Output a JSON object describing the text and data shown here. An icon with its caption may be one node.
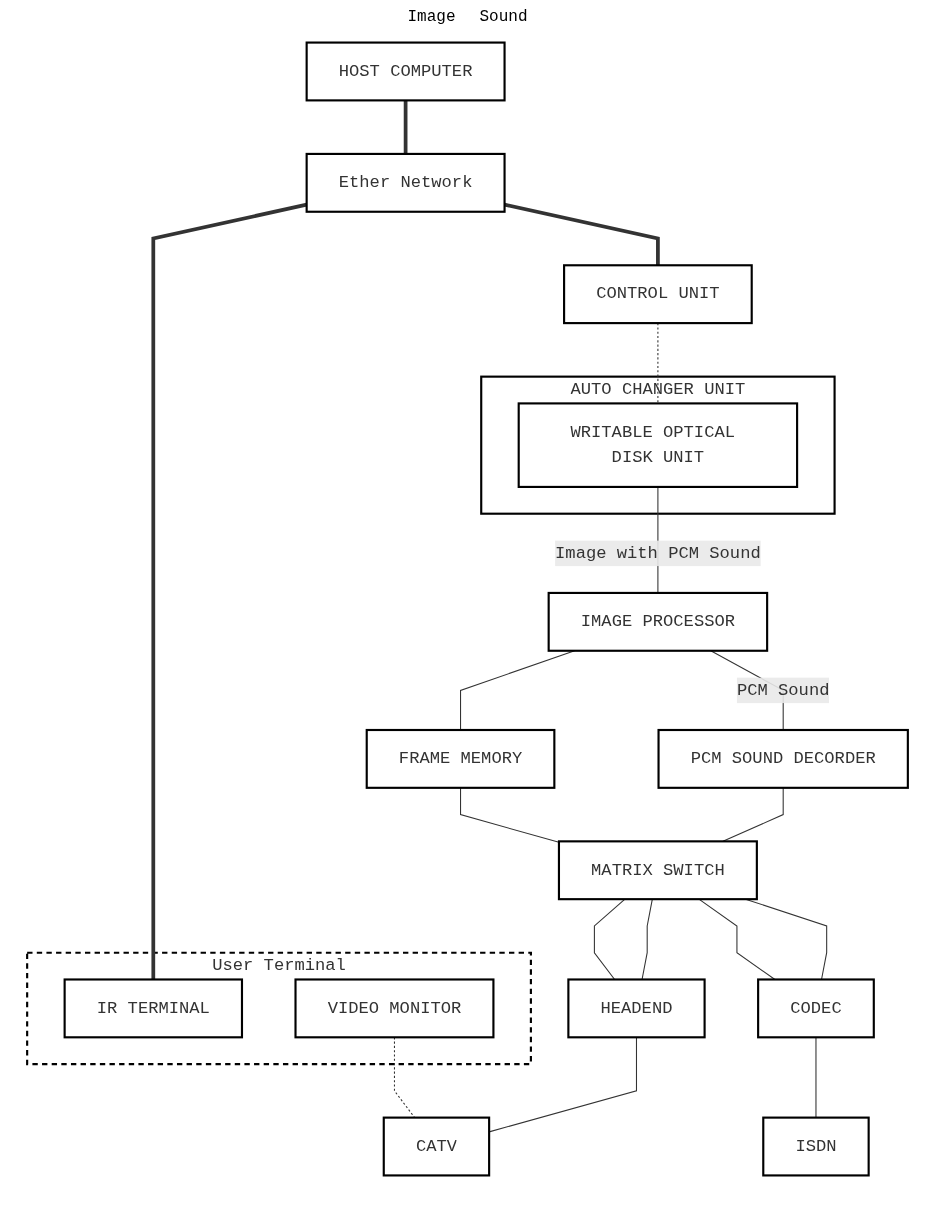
{
  "diagram": {
    "nodes": [
      {
        "text": [
          "HOST COMPUTER"
        ]
      },
      {
        "text": [
          "Ether Network"
        ]
      },
      {
        "text": [
          "CONTROL UNIT"
        ]
      },
      {
        "text": [
          "AUTO CHANGER UNIT"
        ]
      },
      {
        "text": [
          "WRITABLE OPTICAL DISK UNIT"
        ],
        "in": 3
      },
      {
        "text": [
          "User Terminal"
        ]
      },
      {
        "text": [
          "IR TERMINAL"
        ],
        "in": 5
      },
      {
        "text": [
          "VIDEO MONITOR"
        ],
        "in": 5
      },
      {
        "text": [
          "IMAGE PROCESSOR"
        ]
      },
      {
        "text": [
          "FRAME MEMORY"
        ]
      },
      {
        "text": [
          "PCM SOUND DECORDER"
        ]
      },
      {
        "text": [
          "MATRIX SWITCH"
        ]
      },
      {
        "text": [
          "HEADEND"
        ]
      },
      {
        "text": [
          "CODEC"
        ]
      },
      {
        "text": [
          "CATV"
        ]
      },
      {
        "text": [
          "ISDN"
        ]
      }
    ],
    "edges": [
      {
        "from": 0,
        "to": 1,
        "arrow": "none",
        "style": "thick"
      },
      {
        "from": 1,
        "to": 2,
        "arrow": "none",
        "style": "thick"
      },
      {
        "from": 1,
        "to": 6,
        "arrow": "none",
        "style": "thick"
      },
      {
        "from": 2,
        "to": 4,
        "arrow": "none",
        "style": "dashed"
      },
      {
        "from": 4,
        "to": 8,
        "arrow": "none",
        "label": "Image with PCM Sound"
      },
      {
        "from": 8,
        "to": 9,
        "arrow": "none"
      },
      {
        "from": 9,
        "to": 11,
        "arrow": "none"
      },
      {
        "from": 8,
        "to": 10,
        "arrow": "none",
        "label": "PCM Sound"
      },
      {
        "from": 10,
        "to": 11,
        "arrow": "none"
      },
      {
        "from": 11,
        "to": 12,
        "arrow": "none"
      },
      {
        "from": 11,
        "to": 12,
        "arrow": "none"
      },
      {
        "from": 11,
        "to": 13,
        "arrow": "none"
      },
      {
        "from": 11,
        "to": 13,
        "arrow": "none"
      },
      {
        "from": 7,
        "to": 14,
        "arrow": "none",
        "style": "dashed"
      },
      {
        "from": 12,
        "to": 14,
        "arrow": "none"
      },
      {
        "from": 13,
        "to": 15,
        "arrow": "none"
      }
    ],
    "labels": [
      "Image",
      "Sound"
    ]
  }
}
